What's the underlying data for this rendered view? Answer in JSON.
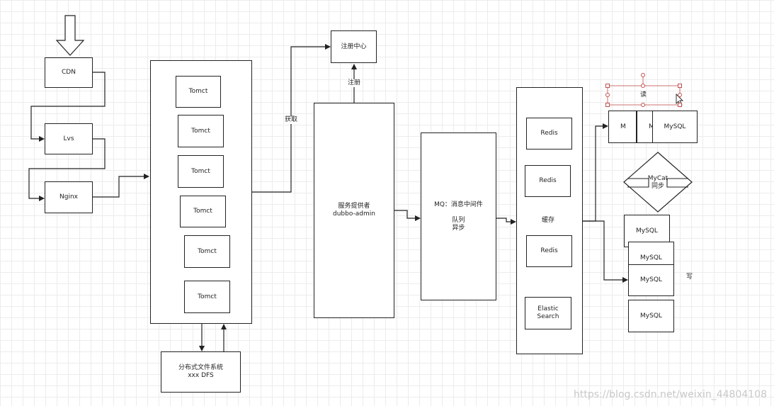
{
  "nodes": {
    "cdn": "CDN",
    "lvs": "Lvs",
    "nginx": "Nginx",
    "tomcats": [
      "Tomct",
      "Tomct",
      "Tomct",
      "Tomct",
      "Tomct",
      "Tomct"
    ],
    "dfs": "分布式文件系统\nxxx DFS",
    "registry": "注册中心",
    "provider": "服务提供者\ndubbo-admin",
    "mq": "MQ：消息中间件\n\n队列\n异步",
    "redis": [
      "Redis",
      "Redis",
      "Redis"
    ],
    "cache": "缓存",
    "elastic": "Elastic\nSearch",
    "mysql_top_partial": [
      "M",
      "M"
    ],
    "mysql_top": "MySQL",
    "mycat": "MyCat\n同步",
    "mysql_stack": [
      "MySQL",
      "MySQL",
      "MySQL",
      "MySQL"
    ],
    "read": "读"
  },
  "edge_labels": {
    "fetch": "获取",
    "register": "注册",
    "write": "写"
  },
  "watermark": "https://blog.csdn.net/weixin_44804108"
}
